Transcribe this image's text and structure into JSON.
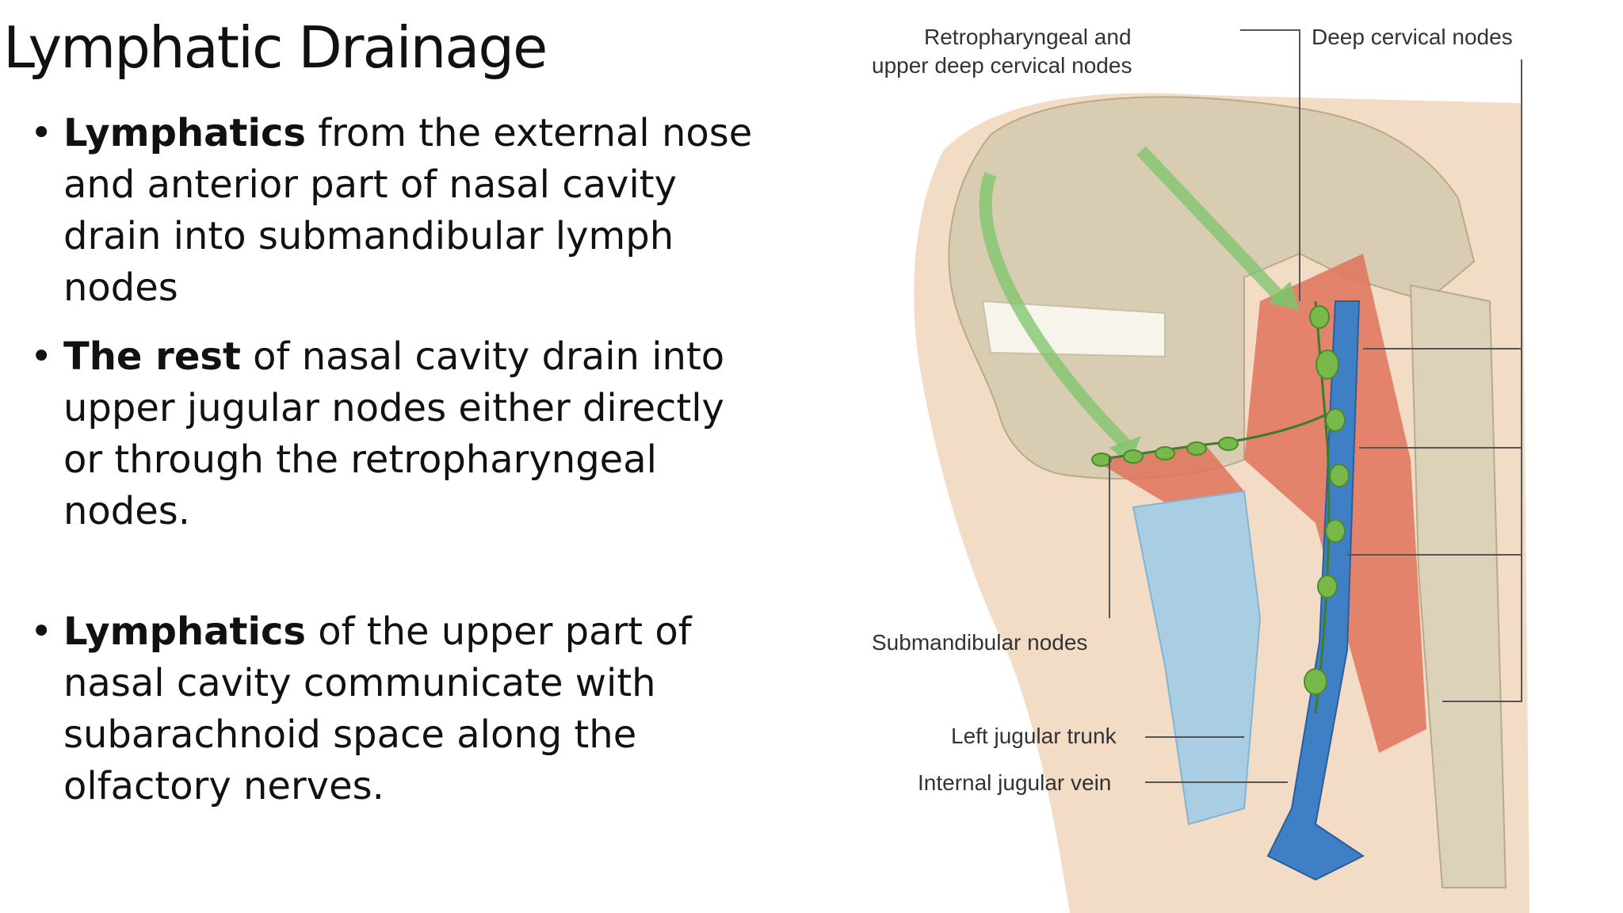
{
  "title": "Lymphatic Drainage",
  "bullets": [
    {
      "bold": "Lymphatics",
      "text": " from the external nose and anterior part of nasal cavity drain into submandibular lymph nodes"
    },
    {
      "bold": "The rest",
      "text": " of  nasal cavity drain into upper jugular nodes either directly or through  the retropharyngeal nodes."
    },
    {
      "bold": "Lymphatics",
      "text": " of the upper part of nasal  cavity communicate with subarachnoid space along the olfactory  nerves."
    }
  ],
  "figure": {
    "labels": {
      "retro_line1": "Retropharyngeal and",
      "retro_line2": "upper deep cervical nodes",
      "deep_cervical": "Deep cervical nodes",
      "submandibular": "Submandibular nodes",
      "left_jugular": "Left jugular trunk",
      "internal_jugular": "Internal jugular vein"
    },
    "colors": {
      "bone": "#d8cdb2",
      "muscle": "#e0735a",
      "vein": "#3f7fc6",
      "node": "#79b84a",
      "cartilage": "#a9cde3",
      "skin": "#f3dcc6"
    }
  }
}
